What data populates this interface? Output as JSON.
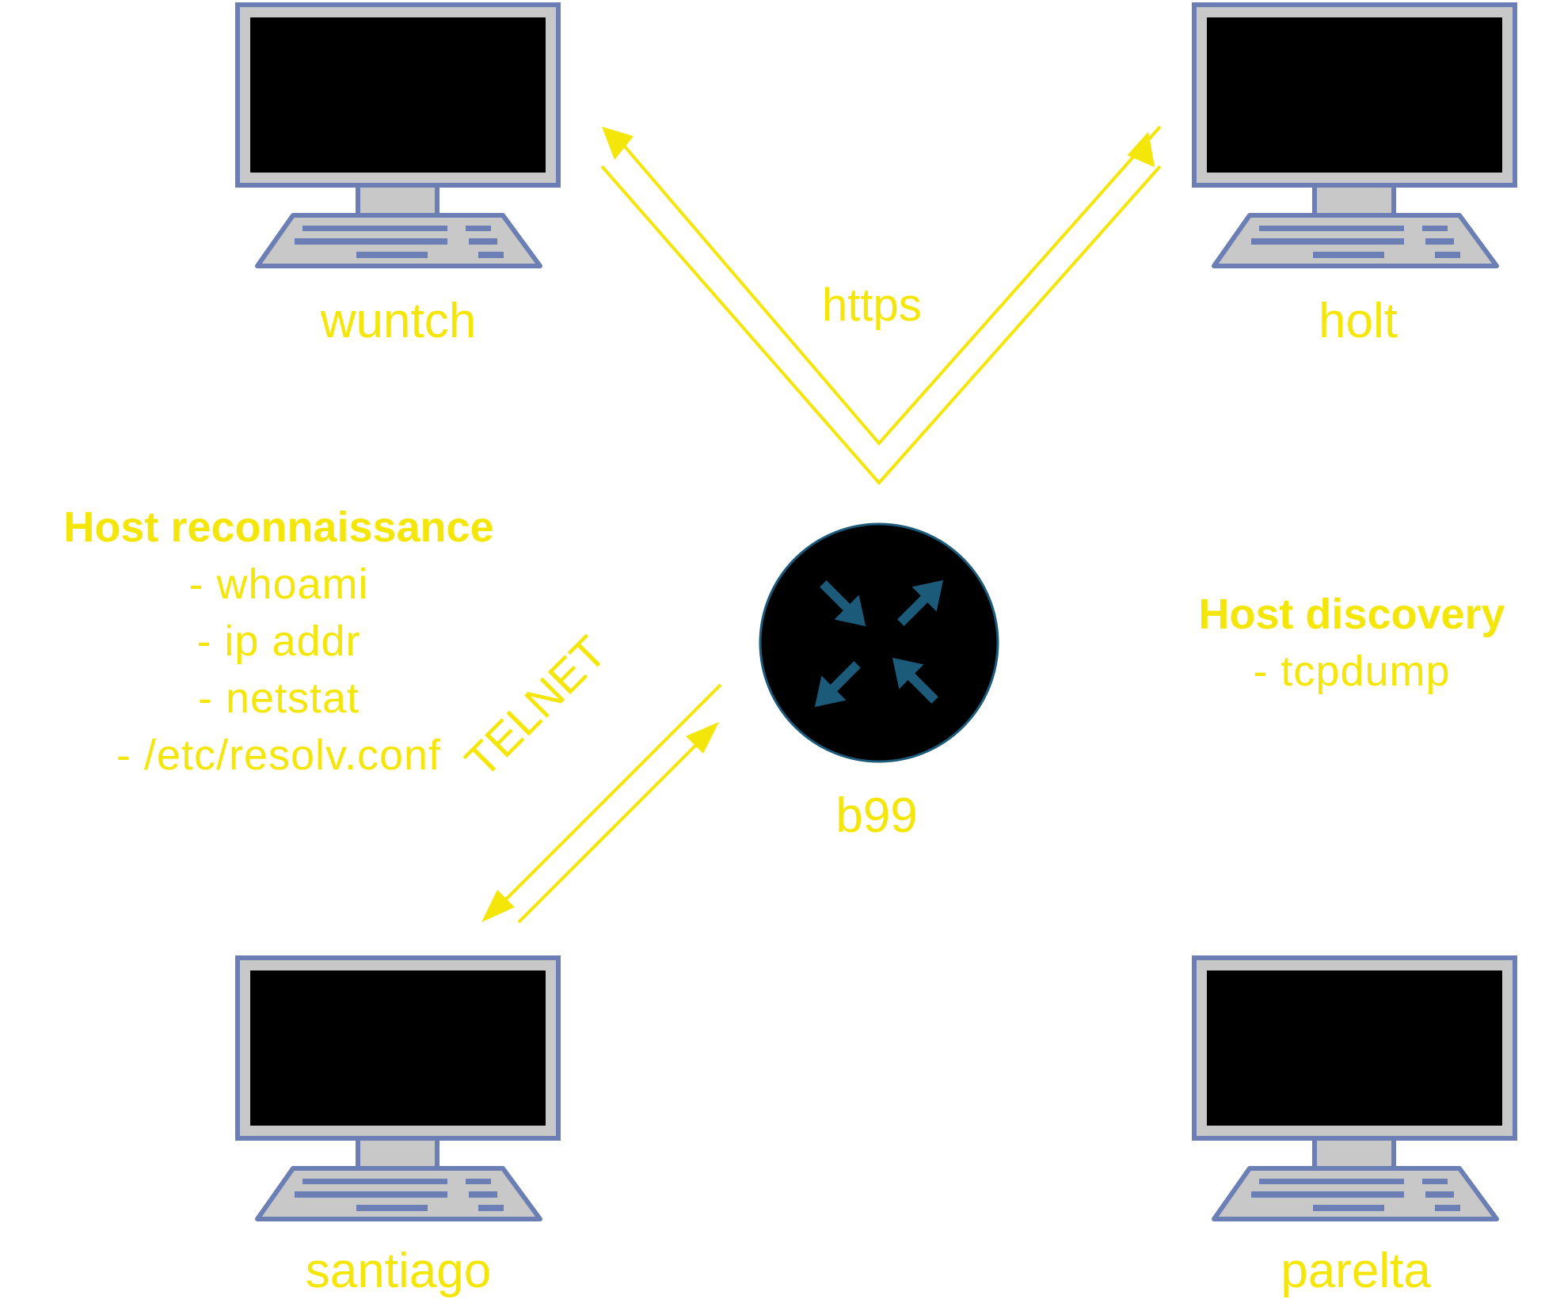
{
  "colors": {
    "accent": "#f5e60a",
    "monitor_frame": "#6b7fb5",
    "monitor_fill": "#c8c8c8",
    "screen": "#000000",
    "router_fill": "#000000",
    "router_arrows": "#1c5a7a"
  },
  "hosts": {
    "wuntch": "wuntch",
    "holt": "holt",
    "santiago": "santiago",
    "parelta": "parelta"
  },
  "router": {
    "label": "b99",
    "icon": "router-icon"
  },
  "connections": {
    "https": "https",
    "telnet": "TELNET"
  },
  "recon": {
    "title": "Host reconnaissance",
    "items": [
      "- whoami",
      "- ip addr",
      "- netstat",
      "- /etc/resolv.conf"
    ]
  },
  "discovery": {
    "title": "Host discovery",
    "items": [
      "- tcpdump"
    ]
  }
}
